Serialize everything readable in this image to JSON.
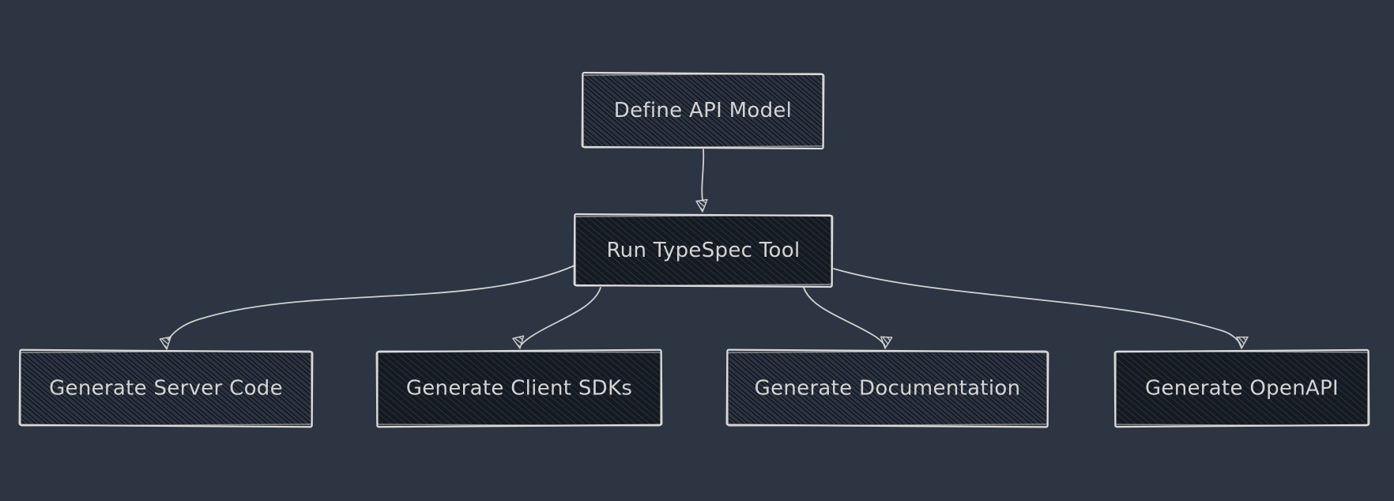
{
  "diagram": {
    "type": "flowchart",
    "direction": "top-down",
    "style": "hand-drawn-sketch",
    "nodes": [
      {
        "id": "A",
        "label": "Define API Model"
      },
      {
        "id": "B",
        "label": "Run TypeSpec Tool"
      },
      {
        "id": "C",
        "label": "Generate Server Code"
      },
      {
        "id": "D",
        "label": "Generate Client SDKs"
      },
      {
        "id": "E",
        "label": "Generate Documentation"
      },
      {
        "id": "F",
        "label": "Generate OpenAPI"
      }
    ],
    "edges": [
      {
        "from": "Define API Model",
        "to": "Run TypeSpec Tool"
      },
      {
        "from": "Run TypeSpec Tool",
        "to": "Generate Server Code"
      },
      {
        "from": "Run TypeSpec Tool",
        "to": "Generate Client SDKs"
      },
      {
        "from": "Run TypeSpec Tool",
        "to": "Generate Documentation"
      },
      {
        "from": "Run TypeSpec Tool",
        "to": "Generate OpenAPI"
      }
    ]
  },
  "colors": {
    "background": "#2d3542",
    "node_border": "#e6e4e1",
    "node_fill_dark": "#171c24",
    "node_fill_darker": "#151a21",
    "node_hatch_light": "#2c3441",
    "node_hatch_faint": "#232c38",
    "node_hatch_accent": "#454f6b",
    "edge": "#d9d9d9",
    "text": "#d4d4d4"
  }
}
